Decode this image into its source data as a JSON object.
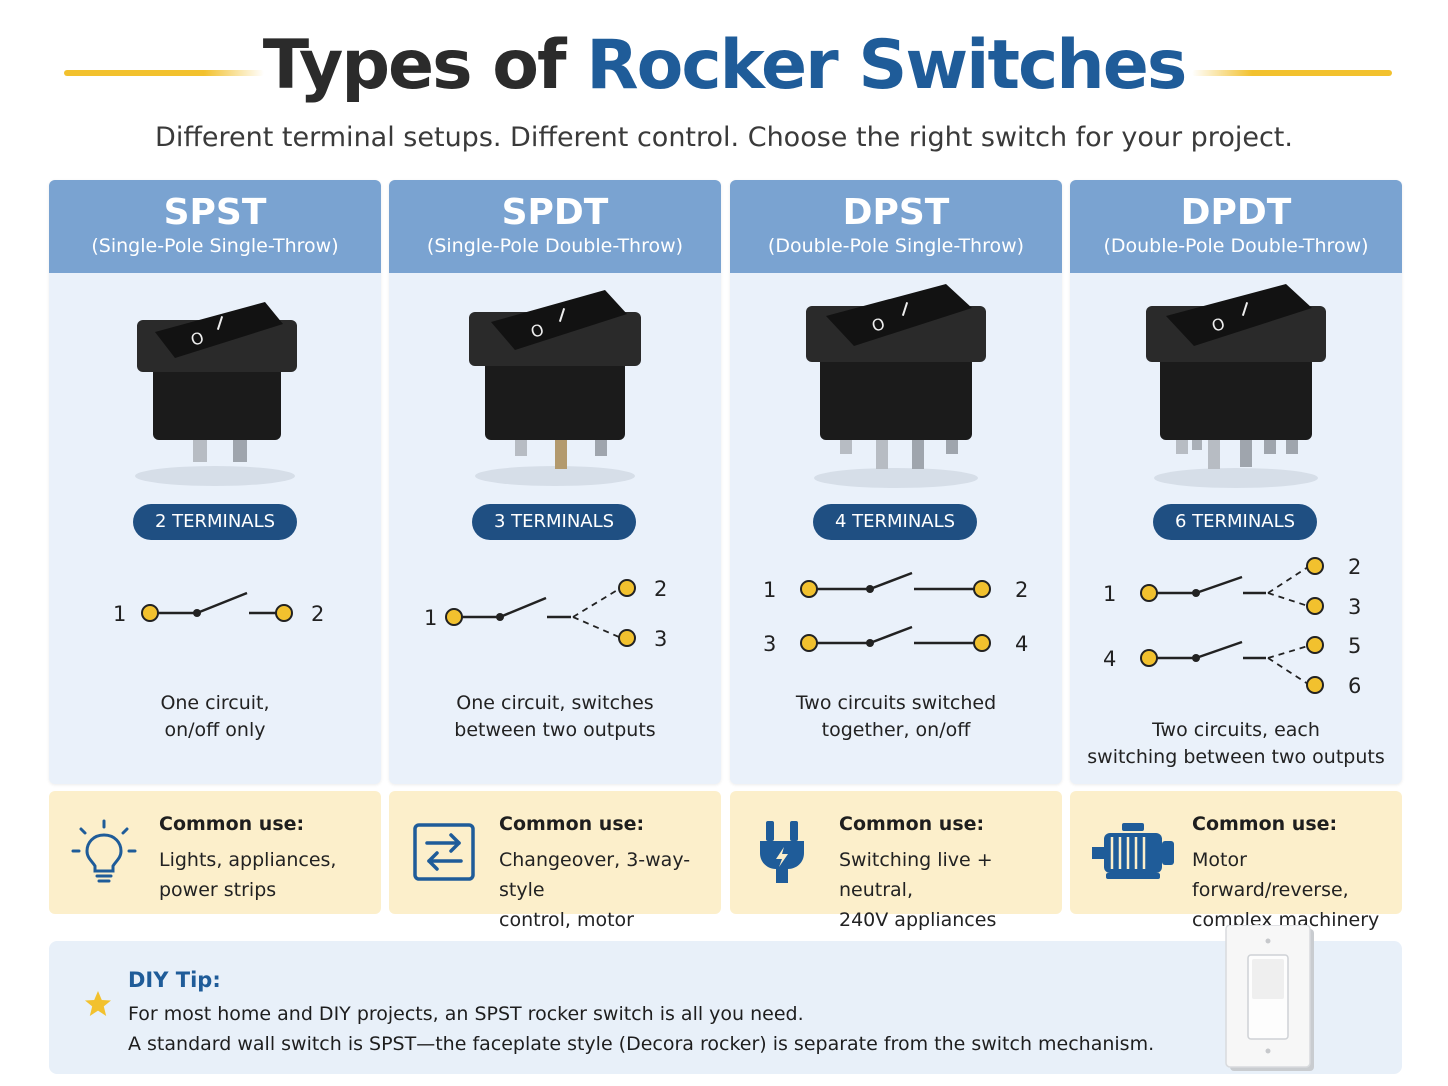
{
  "header": {
    "title_plain": "Types of",
    "title_accent": "Rocker Switches",
    "subtitle": "Different terminal setups. Different control.  Choose the right switch for your project."
  },
  "colors": {
    "accent_blue": "#1f5c99",
    "card_head": "#7aa3d1",
    "badge": "#1f4f82",
    "terminal_yellow": "#f2c12e",
    "use_bg": "#fcefcb"
  },
  "cards": [
    {
      "name": "SPST",
      "full": "(Single-Pole Single-Throw)",
      "terminals": "2 TERMINALS",
      "diagram_labels": [
        "1",
        "2"
      ],
      "desc": [
        "One circuit,",
        "on/off only"
      ],
      "use_label": "Common use:",
      "use_text": [
        "Lights, appliances,",
        "power strips"
      ],
      "icon": "lightbulb-icon"
    },
    {
      "name": "SPDT",
      "full": "(Single-Pole Double-Throw)",
      "terminals": "3 TERMINALS",
      "diagram_labels": [
        "1",
        "2",
        "3"
      ],
      "desc": [
        "One circuit, switches",
        "between two outputs"
      ],
      "use_label": "Common use:",
      "use_text": [
        "Changeover, 3-way-style",
        "control, motor direction"
      ],
      "icon": "changeover-icon"
    },
    {
      "name": "DPST",
      "full": "(Double-Pole Single-Throw)",
      "terminals": "4 TERMINALS",
      "diagram_labels": [
        "1",
        "2",
        "3",
        "4"
      ],
      "desc": [
        "Two circuits switched",
        "together, on/off"
      ],
      "use_label": "Common use:",
      "use_text": [
        "Switching live + neutral,",
        "240V appliances"
      ],
      "icon": "plug-icon"
    },
    {
      "name": "DPDT",
      "full": "(Double-Pole Double-Throw)",
      "terminals": "6 TERMINALS",
      "diagram_labels": [
        "1",
        "2",
        "3",
        "4",
        "5",
        "6"
      ],
      "desc": [
        "Two circuits, each",
        "switching between two outputs"
      ],
      "use_label": "Common use:",
      "use_text": [
        "Motor forward/reverse,",
        "complex machinery"
      ],
      "icon": "motor-icon"
    }
  ],
  "tip": {
    "title": "DIY Tip:",
    "line1": "For most home and DIY projects, an SPST rocker switch is all you need.",
    "line2": "A standard wall switch is SPST—the faceplate style (Decora rocker) is separate from the switch mechanism."
  }
}
